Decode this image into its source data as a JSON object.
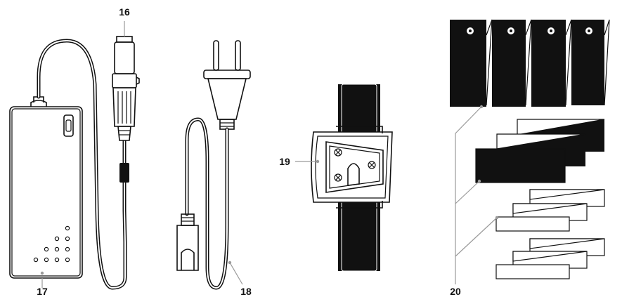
{
  "callouts": {
    "c16": "16",
    "c17": "17",
    "c18": "18",
    "c19": "19",
    "c20": "20"
  },
  "colors": {
    "line": "#111111",
    "fill_dark": "#111111",
    "leader": "#9a9a9a",
    "background": "#ffffff"
  }
}
